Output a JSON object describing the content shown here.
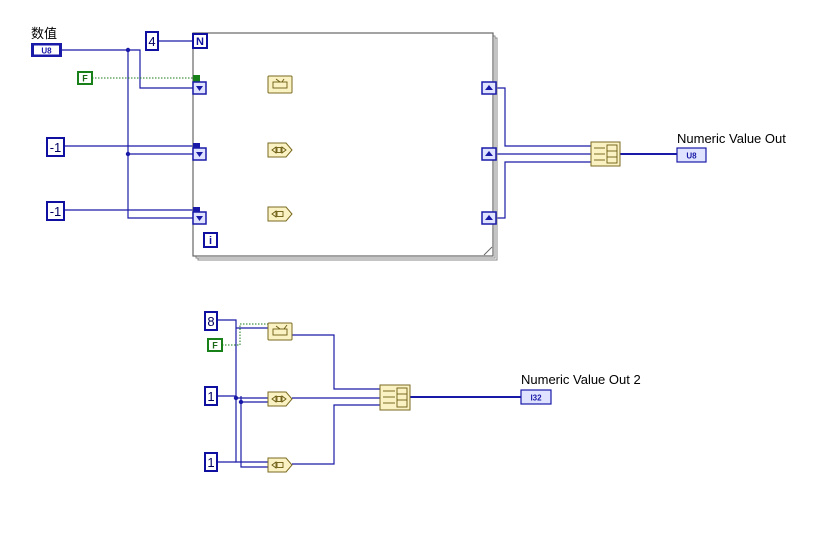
{
  "control": {
    "label": "数值",
    "type_tag": "U8"
  },
  "loop": {
    "count": "4",
    "count_terminal": "N",
    "iteration_terminal": "i"
  },
  "constants": {
    "bool_false_top": "F",
    "neg_one_a": "-1",
    "neg_one_b": "-1",
    "eight": "8",
    "bool_false_bottom": "F",
    "one_a": "1",
    "one_b": "1"
  },
  "indicators": {
    "out1_label": "Numeric Value Out",
    "out1_type": "U8",
    "out2_label": "Numeric Value Out 2",
    "out2_type": "I32"
  },
  "colors": {
    "wire_numeric": "#1a1aa8",
    "wire_boolean": "#1a7a1a",
    "function_fill": "#fbf2c4"
  }
}
